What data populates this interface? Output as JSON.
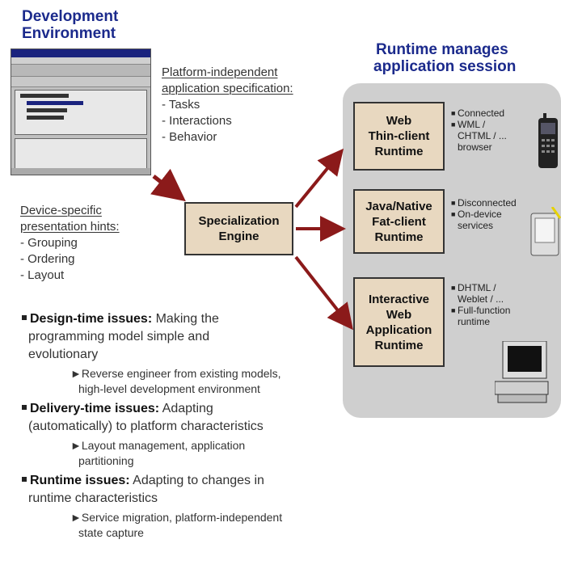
{
  "dev_env": {
    "title_line1": "Development",
    "title_line2": "Environment"
  },
  "runtime": {
    "title_line1": "Runtime manages",
    "title_line2": "application session"
  },
  "platform_spec": {
    "heading_line1": "Platform-independent",
    "heading_line2": "application specification:",
    "items": [
      "- Tasks",
      "- Interactions",
      "- Behavior"
    ]
  },
  "device_hints": {
    "heading_line1": "Device-specific",
    "heading_line2": "presentation hints:",
    "items": [
      "- Grouping",
      "- Ordering",
      "- Layout"
    ]
  },
  "engine": {
    "line1": "Specialization",
    "line2": "Engine"
  },
  "runtimes": [
    {
      "line1": "Web",
      "line2": "Thin-client",
      "line3": "Runtime",
      "bullets": [
        [
          "Connected"
        ],
        [
          "WML /",
          "CHTML / ...",
          "browser"
        ]
      ]
    },
    {
      "line1": "Java/Native",
      "line2": "Fat-client",
      "line3": "Runtime",
      "bullets": [
        [
          "Disconnected"
        ],
        [
          "On-device",
          "services"
        ]
      ]
    },
    {
      "line1": "Interactive",
      "line2": "Web",
      "line3": "Application",
      "line4": "Runtime",
      "bullets": [
        [
          "DHTML /",
          "Weblet / ..."
        ],
        [
          "Full-function",
          "runtime"
        ]
      ]
    }
  ],
  "issues": [
    {
      "bold": "Design-time issues:",
      "text1": " Making the",
      "text2": "programming model simple and",
      "text3": "evolutionary",
      "sub1": "►Reverse engineer from existing models,",
      "sub2": "high-level development environment"
    },
    {
      "bold": "Delivery-time issues:",
      "text1": " Adapting",
      "text2": "(automatically) to platform characteristics",
      "sub1": "►Layout management, application",
      "sub2": "partitioning"
    },
    {
      "bold": "Runtime issues:",
      "text1": " Adapting to changes in",
      "text2": "runtime characteristics",
      "sub1": "►Service migration, platform-independent",
      "sub2": "state capture"
    }
  ],
  "colors": {
    "arrow": "#8b1a1a",
    "title": "#1b2a8c",
    "box_fill": "#e8d8c0",
    "panel": "#cfcfcf"
  }
}
